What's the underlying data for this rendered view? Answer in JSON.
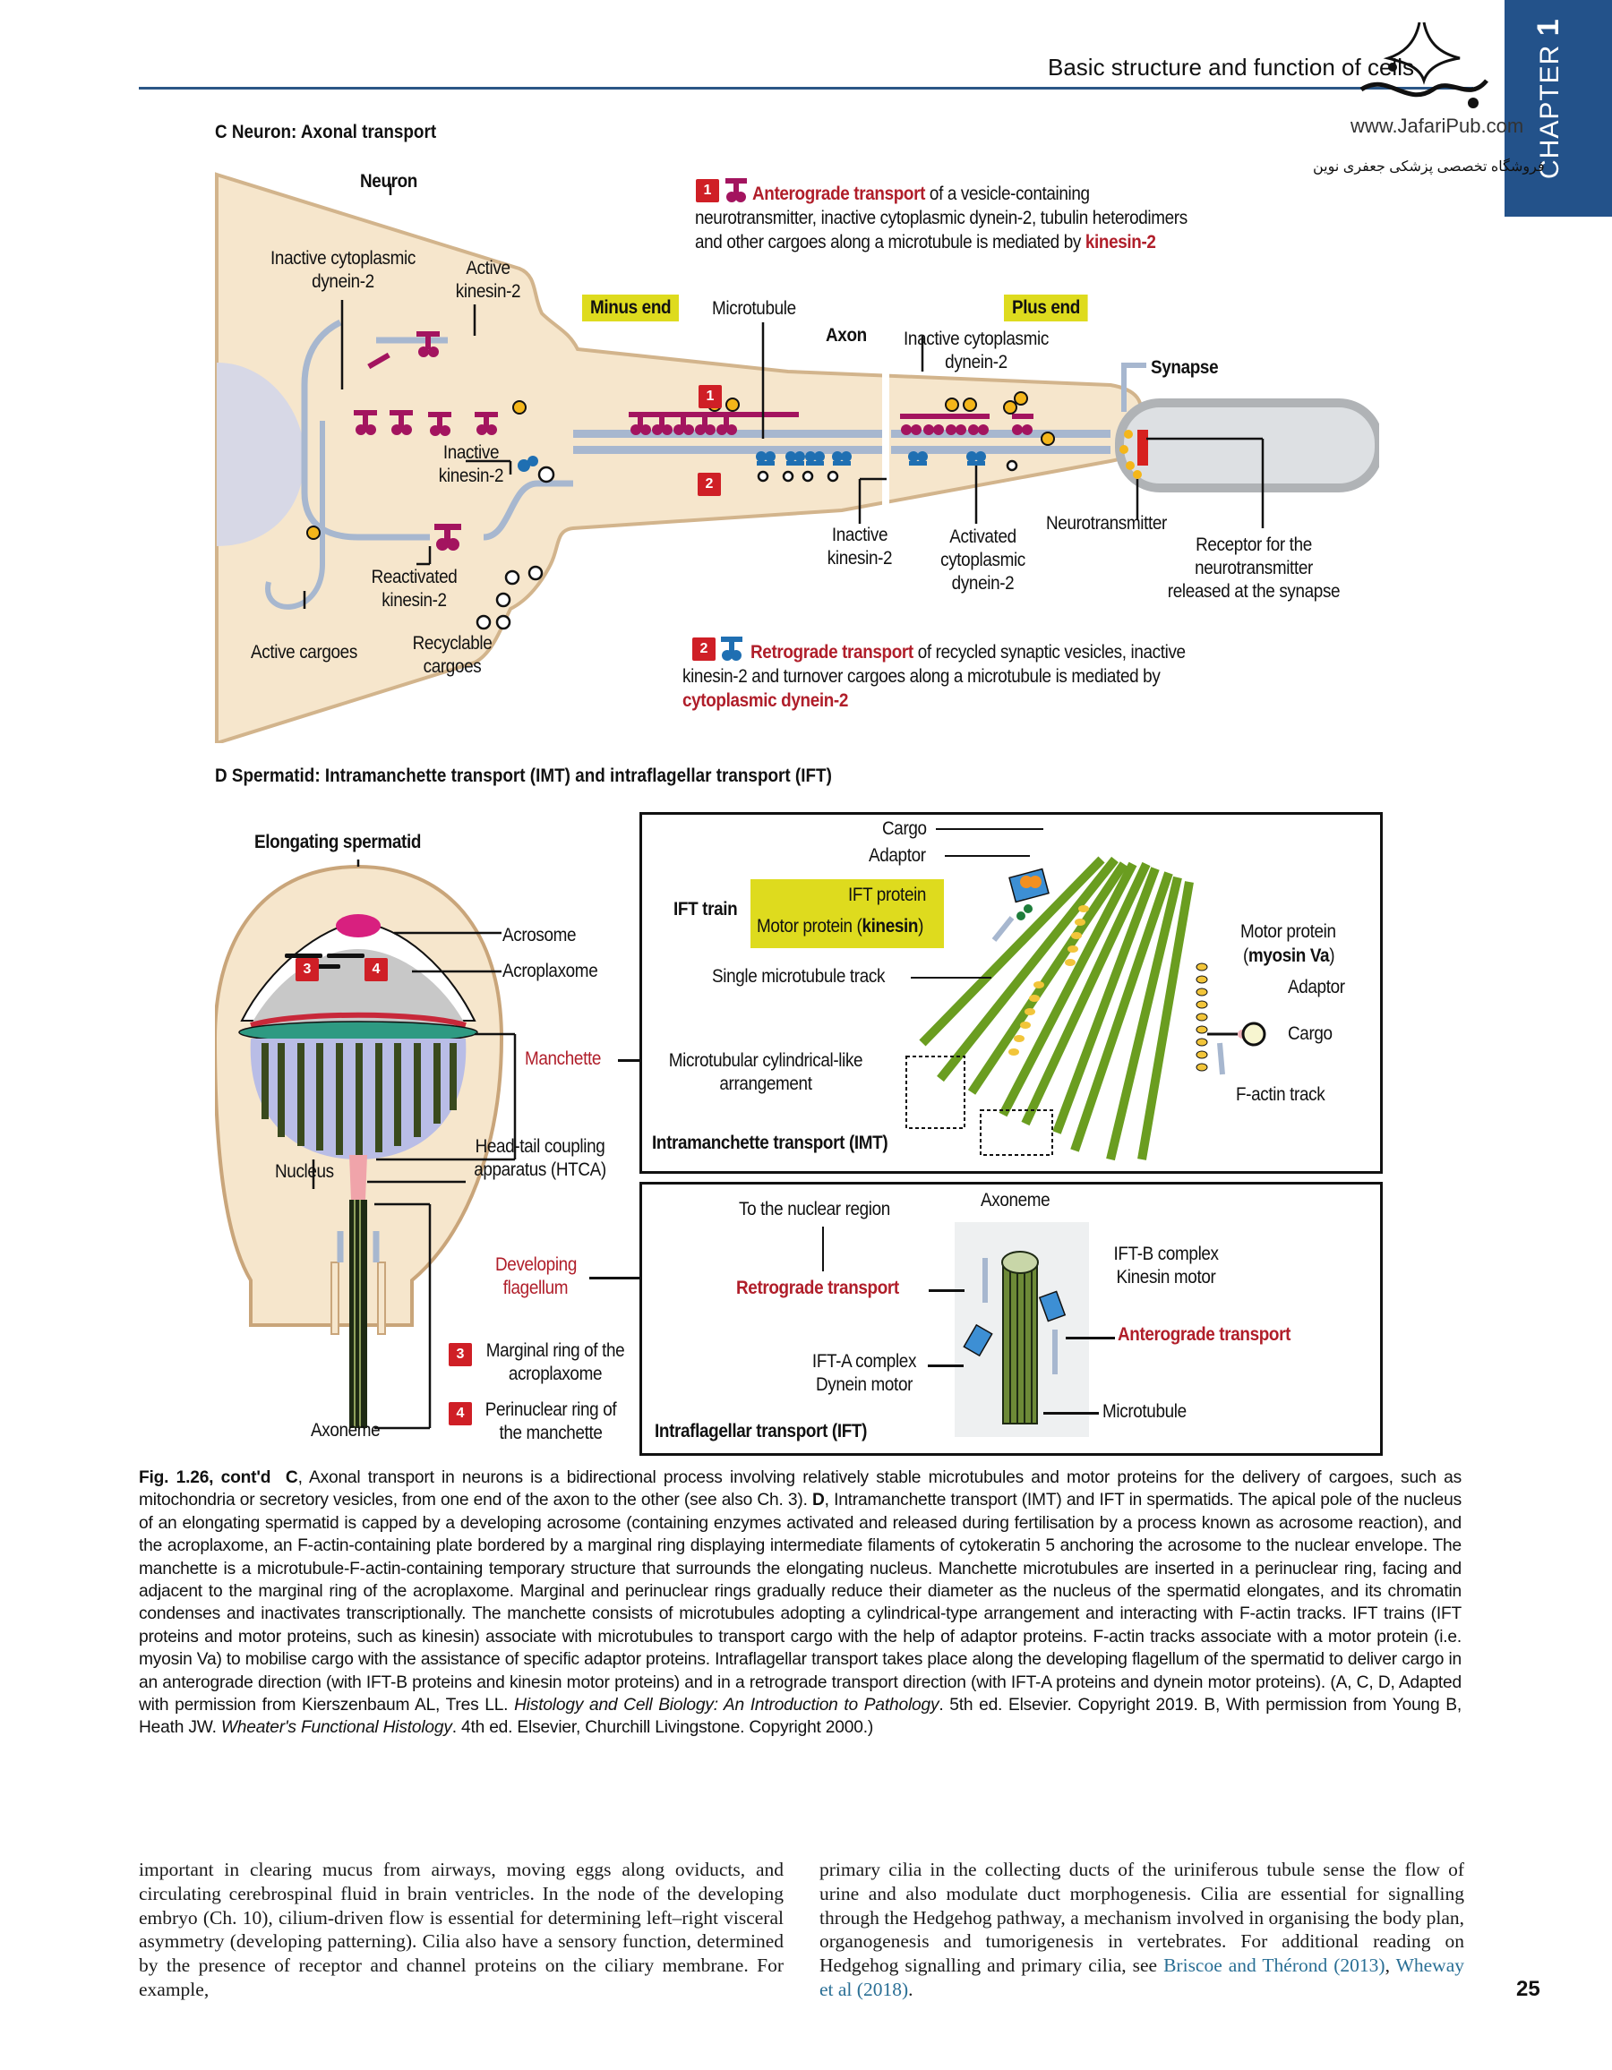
{
  "header": {
    "running_title": "Basic structure and function of cells",
    "chapter_label": "CHAPTER",
    "chapter_number": "1",
    "watermark_url": "www.JafariPub.com",
    "watermark_text_fa": "فروشگاه تخصصی پزشکی جعفری نوین"
  },
  "panel_c": {
    "title": "C  Neuron: Axonal transport",
    "labels": {
      "neuron": "Neuron",
      "inactive_dynein_top": [
        "Inactive cytoplasmic",
        "dynein-2"
      ],
      "active_kinesin": [
        "Active",
        "kinesin-2"
      ],
      "minus_end": "Minus end",
      "microtubule": "Microtubule",
      "plus_end": "Plus end",
      "axon": "Axon",
      "inactive_dynein_axon": [
        "Inactive cytoplasmic",
        "dynein-2"
      ],
      "synapse": "Synapse",
      "inactive_kinesin_left": [
        "Inactive",
        "kinesin-2"
      ],
      "reactivated_kinesin": [
        "Reactivated",
        "kinesin-2"
      ],
      "active_cargoes": "Active cargoes",
      "recyclable_cargoes": [
        "Recyclable",
        "cargoes"
      ],
      "inactive_kinesin_axon": [
        "Inactive",
        "kinesin-2"
      ],
      "activated_dynein": [
        "Activated",
        "cytoplasmic",
        "dynein-2"
      ],
      "neurotransmitter": "Neurotransmitter",
      "receptor": [
        "Receptor for the",
        "neurotransmitter",
        "released at the synapse"
      ],
      "badge_1": "1",
      "badge_2": "2"
    },
    "legend_1": {
      "badge": "1",
      "highlight": "Anterograde transport",
      "line1_rest": " of a vesicle-containing",
      "line2": "neurotransmitter, inactive cytoplasmic dynein-2, tubulin heterodimers",
      "line3_pre": "and other cargoes along a microtubule is mediated by ",
      "line3_highlight": "kinesin-2"
    },
    "legend_2": {
      "badge": "2",
      "highlight": "Retrograde transport",
      "line1_rest": " of recycled synaptic vesicles, inactive",
      "line2": "kinesin-2 and turnover cargoes along a microtubule is mediated by",
      "line3_highlight": "cytoplasmic dynein-2"
    }
  },
  "panel_d": {
    "title": "D  Spermatid: Intramanchette transport (IMT) and intraflagellar transport (IFT)",
    "spermatid": {
      "title": "Elongating spermatid",
      "acrosome": "Acrosome",
      "acroplaxome": "Acroplaxome",
      "manchette": "Manchette",
      "nucleus": "Nucleus",
      "htca": [
        "Head-tail coupling",
        "apparatus (HTCA)"
      ],
      "developing_flagellum": [
        "Developing",
        "flagellum"
      ],
      "axoneme": "Axoneme",
      "badge_3": "3",
      "badge_4": "4",
      "legend_3": [
        "Marginal ring of the",
        "acroplaxome"
      ],
      "legend_4": [
        "Perinuclear ring of",
        "the manchette"
      ]
    },
    "imt": {
      "cargo": "Cargo",
      "adaptor": "Adaptor",
      "ift_train": "IFT train",
      "ift_protein": "IFT protein",
      "motor_protein_pre": "Motor protein (",
      "motor_protein_bold": "kinesin",
      "motor_protein_post": ")",
      "single_track": "Single microtubule track",
      "cylindrical": [
        "Microtubular cylindrical-like",
        "arrangement"
      ],
      "myosin_line1": "Motor protein",
      "myosin_line2_pre": "(",
      "myosin_line2_bold": "myosin Va",
      "myosin_line2_post": ")",
      "adaptor_right": "Adaptor",
      "cargo_right": "Cargo",
      "factin": "F-actin track",
      "box_title": "Intramanchette transport (IMT)"
    },
    "ift": {
      "to_nuclear": "To the nuclear region",
      "axoneme": "Axoneme",
      "retrograde": "Retrograde transport",
      "iftb": [
        "IFT-B complex",
        "Kinesin motor"
      ],
      "anterograde": "Anterograde transport",
      "ifta": [
        "IFT-A complex",
        "Dynein motor"
      ],
      "microtubule": "Microtubule",
      "box_title": "Intraflagellar transport (IFT)"
    }
  },
  "caption": {
    "fig_label": "Fig. 1.26, cont'd",
    "c_label": "C",
    "c_text": ", Axonal transport in neurons is a bidirectional process involving relatively stable microtubules and motor proteins for the delivery of cargoes, such as mitochondria or secretory vesicles, from one end of the axon to the other (see also Ch. 3). ",
    "d_label": "D",
    "d_text": ", Intramanchette transport (IMT) and IFT in spermatids. The apical pole of the nucleus of an elongating spermatid is capped by a developing acrosome (containing enzymes activated and released during fertilisation by a process known as acrosome reaction), and the acroplaxome, an F-actin-containing plate bordered by a marginal ring displaying intermediate filaments of cytokeratin 5 anchoring the acrosome to the nuclear envelope. The manchette is a microtubule-F-actin-containing temporary structure that surrounds the elongating nucleus. Manchette microtubules are inserted in a perinuclear ring, facing and adjacent to the marginal ring of the acroplaxome. Marginal and perinuclear rings gradually reduce their diameter as the nucleus of the spermatid elongates, and its chromatin condenses and inactivates transcriptionally. The manchette consists of microtubules adopting a cylindrical-type arrangement and interacting with F-actin tracks. IFT trains (IFT proteins and motor proteins, such as kinesin) associate with microtubules to transport cargo with the help of adaptor proteins. F-actin tracks associate with a motor protein (i.e. myosin Va) to mobilise cargo with the assistance of specific adaptor proteins. Intraflagellar transport takes place along the developing flagellum of the spermatid to deliver cargo in an anterograde direction (with IFT-B proteins and kinesin motor proteins) and in a retrograde transport direction (with IFT-A proteins and dynein motor proteins). (A, C, D, Adapted with permission from Kierszenbaum AL, Tres LL. ",
    "book1": "Histology and Cell Biology: An Introduction to Pathology",
    "mid": ". 5th ed. Elsevier. Copyright 2019. B, With permission from Young B, Heath JW. ",
    "book2": "Wheater's Functional Histology",
    "end": ". 4th ed. Elsevier, Churchill Livingstone. Copyright 2000.)"
  },
  "body": {
    "left": "important in clearing mucus from airways, moving eggs along oviducts, and circulating cerebrospinal fluid in brain ventricles. In the node of the developing embryo (Ch. 10), cilium-driven flow is essential for determining left–right visceral asymmetry (developing patterning). Cilia also have a sensory function, determined by the presence of receptor and channel proteins on the ciliary membrane. For example,",
    "right_pre": "primary cilia in the collecting ducts of the uriniferous tubule sense the flow of urine and also modulate duct morphogenesis. Cilia are essential for signalling through the Hedgehog pathway, a mechanism involved in organising the body plan, organogenesis and tumorigenesis in vertebrates. For additional reading on Hedgehog signalling and primary cilia, see ",
    "ref1": "Briscoe and Thérond (2013)",
    "ref_sep": ", ",
    "ref2": "Wheway et al (2018)",
    "right_end": ".",
    "page_number": "25"
  },
  "colors": {
    "accent_blue": "#23528a",
    "highlight_red": "#b01e2a",
    "badge_red": "#cf1f26",
    "yellow_label": "#dedb1e",
    "cytoplasm": "#f6e6cc",
    "kinesin": "#a3145f",
    "dynein": "#1f6fb2",
    "link": "#2a6f95"
  }
}
